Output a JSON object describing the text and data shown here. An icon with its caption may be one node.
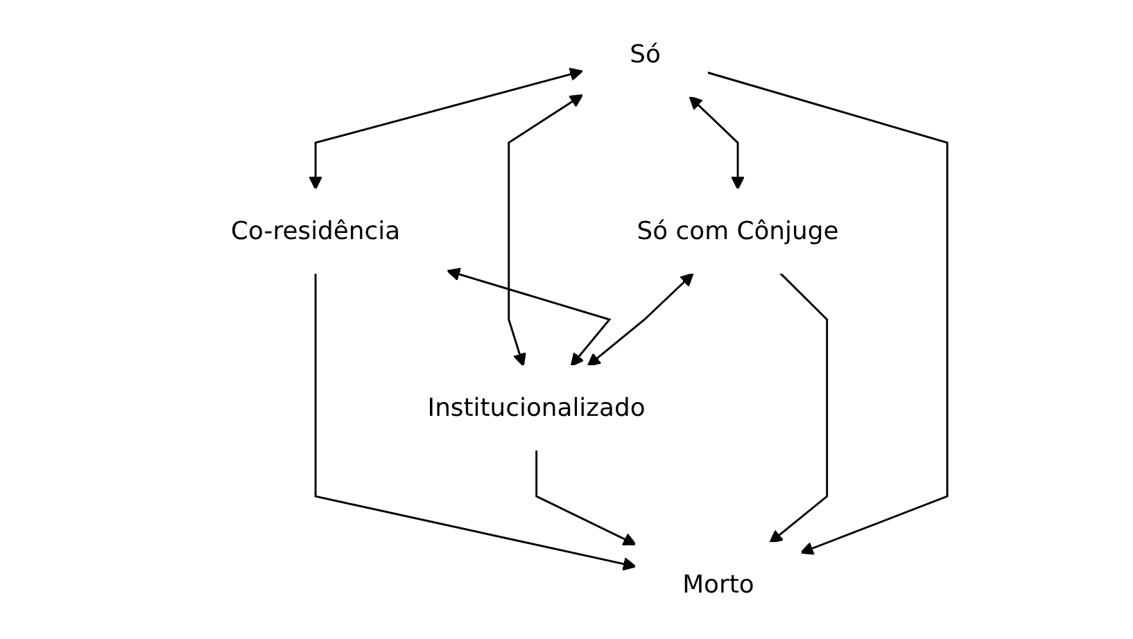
{
  "diagram": {
    "nodes": [
      {
        "text": [
          "Só"
        ]
      },
      {
        "text": [
          "Co-residência"
        ]
      },
      {
        "text": [
          "Só com Cônjuge"
        ]
      },
      {
        "text": [
          "Institucionalizado"
        ]
      },
      {
        "text": [
          "Morto"
        ]
      }
    ],
    "edges": [
      {
        "from": 0,
        "to": 1,
        "arrow": "both"
      },
      {
        "from": 0,
        "to": 3,
        "arrow": "both"
      },
      {
        "from": 0,
        "to": 2,
        "arrow": "both"
      },
      {
        "from": 1,
        "to": 3,
        "arrow": "both"
      },
      {
        "from": 2,
        "to": 3,
        "arrow": "both"
      },
      {
        "from": 1,
        "to": 4,
        "arrow": "to"
      },
      {
        "from": 3,
        "to": 4,
        "arrow": "to"
      },
      {
        "from": 2,
        "to": 4,
        "arrow": "to"
      },
      {
        "from": 0,
        "to": 4,
        "arrow": "to"
      }
    ]
  }
}
